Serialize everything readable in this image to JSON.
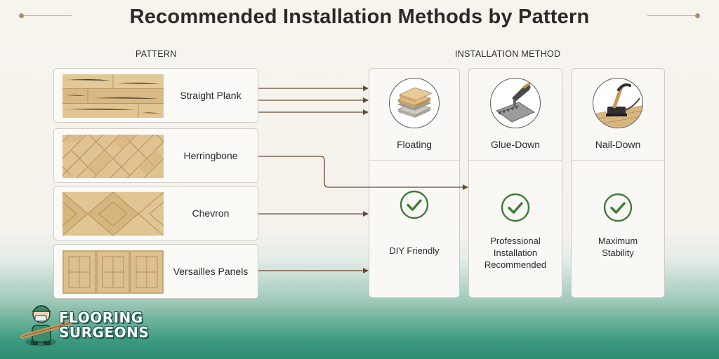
{
  "title": "Recommended Installation Methods by Pattern",
  "headers": {
    "pattern": "PATTERN",
    "method": "INSTALLATION METHOD"
  },
  "patterns": [
    {
      "label": "Straight Plank"
    },
    {
      "label": "Herringbone"
    },
    {
      "label": "Chevron"
    },
    {
      "label": "Versailles Panels"
    }
  ],
  "methods": [
    {
      "name": "Floating",
      "icon": "layered-planks-icon",
      "note": "DIY Friendly"
    },
    {
      "name": "Glue-Down",
      "icon": "trowel-icon",
      "note_lines": [
        "Professional",
        "Installation",
        "Recommended"
      ]
    },
    {
      "name": "Nail-Down",
      "icon": "floor-nailer-icon",
      "note_lines": [
        "Maximum",
        "Stability"
      ]
    }
  ],
  "brand": {
    "line1": "FLOORING",
    "line2": "SURGEONS"
  },
  "colors": {
    "check_green": "#3f7a3c",
    "arrow": "#6b4a32",
    "wood_light": "#e2c796",
    "wood_mid": "#d4b37c",
    "footer_green": "#2f8a72"
  }
}
